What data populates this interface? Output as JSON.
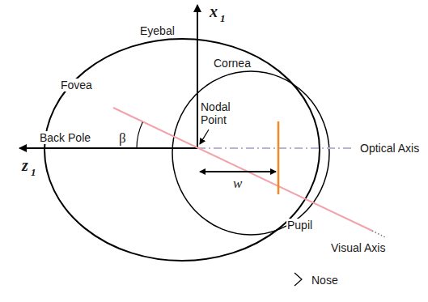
{
  "diagram": {
    "labels": [
      "x",
      "1",
      "Eyebal",
      "Cornea",
      "Fovea",
      "Back Pole",
      "β",
      "Nodal Point",
      "w",
      "Optical Axis",
      "Pupil",
      "Visual Axis",
      "Nose",
      "z",
      "1"
    ]
  }
}
